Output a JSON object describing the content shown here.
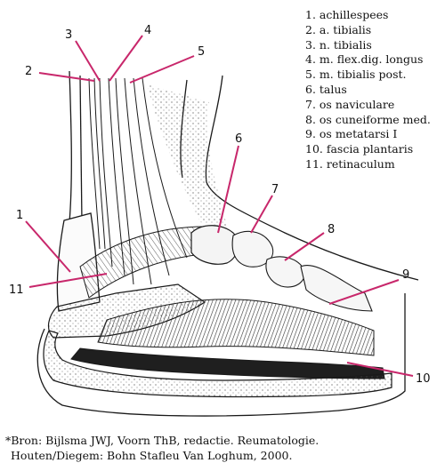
{
  "legend": [
    {
      "number": "1",
      "text": "achillespees"
    },
    {
      "number": "2",
      "text": "a. tibialis"
    },
    {
      "number": "3",
      "text": "n. tibialis"
    },
    {
      "number": "4",
      "text": "m. flex.dig. longus"
    },
    {
      "number": "5",
      "text": "m. tibialis post."
    },
    {
      "number": "6",
      "text": "talus"
    },
    {
      "number": "7",
      "text": "os naviculare"
    },
    {
      "number": "8",
      "text": "os cuneiforme med."
    },
    {
      "number": "9",
      "text": "os metatarsi I"
    },
    {
      "number": "10",
      "text": "fascia plantaris"
    },
    {
      "number": "11",
      "text": "retinaculum"
    }
  ],
  "legend_lines": [
    "1. achillespees",
    "2. a. tibialis",
    "3. n. tibialis",
    "4. m. flex.dig. longus",
    "5. m. tibialis post.",
    "6. talus",
    "7. os naviculare",
    "8. os cuneiforme med.",
    "9. os metatarsi I",
    "10. fascia plantaris",
    "11. retinaculum"
  ],
  "callouts": [
    "1",
    "2",
    "3",
    "4",
    "5",
    "6",
    "7",
    "8",
    "9",
    "10",
    "11"
  ],
  "caption": {
    "line1": "*Bron: Bijlsma JWJ, Voorn ThB, redactie. Reumatologie.",
    "line2": "Houten/Diegem: Bohn Stafleu Van Loghum, 2000."
  },
  "colors": {
    "leader": "#c8276b",
    "ink": "#1a1a1a",
    "background": "#ffffff"
  }
}
